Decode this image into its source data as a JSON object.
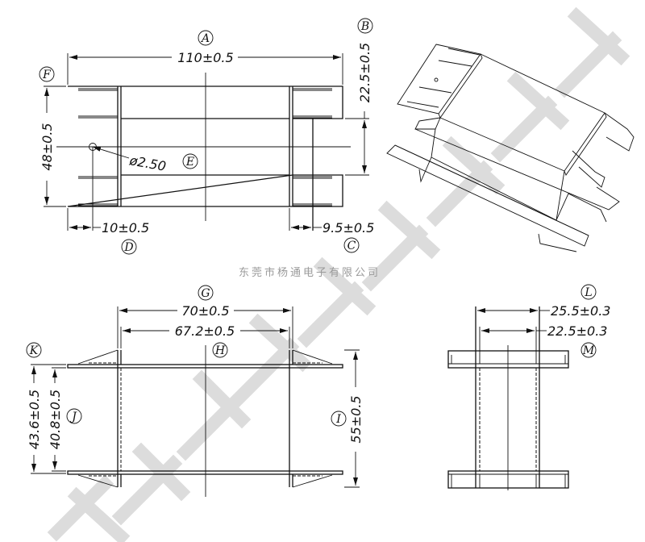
{
  "company_watermark": "东莞市杨通电子有限公司",
  "top_view": {
    "dim_length": "110±0.5",
    "dim_length_label": "A",
    "dim_slot": "22.5±0.5",
    "dim_slot_label": "B",
    "dim_width": "48±0.5",
    "dim_width_label": "F",
    "dim_hole": "ø2.50",
    "dim_hole_label": "E",
    "dim_hole_offset": "10±0.5",
    "dim_hole_offset_label": "D",
    "dim_right_offset": "9.5±0.5",
    "dim_right_offset_label": "C"
  },
  "front_view": {
    "dim_outer": "70±0.5",
    "dim_outer_label": "G",
    "dim_inner": "67.2±0.5",
    "center_label": "H",
    "dim_height_outer": "43.6±0.5",
    "dim_height_outer_label": "K",
    "dim_height_inner": "40.8±0.5",
    "dim_height_inner_label": "J",
    "dim_total": "55±0.5",
    "dim_total_label": "I"
  },
  "side_view": {
    "dim_outer": "25.5±0.3",
    "dim_outer_label": "L",
    "dim_inner": "22.5±0.3",
    "dim_inner_label": "M"
  }
}
